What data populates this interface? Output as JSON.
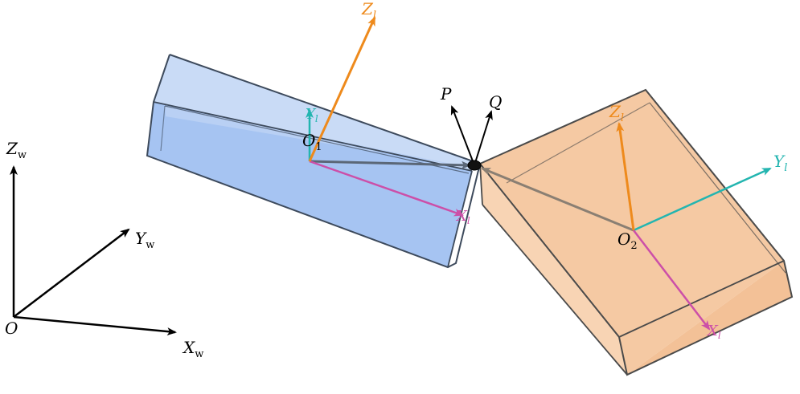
{
  "colors": {
    "world_axis": "#000000",
    "body1_face": "#a6c4f2",
    "body1_top": "#c9dbf6",
    "body1_edge": "#3d4a5c",
    "body2_face": "#f5c9a3",
    "body2_edge": "#4a4a4a",
    "z_axis": "#ee8a1c",
    "y_axis": "#23b5b0",
    "x_axis": "#cc4fa8",
    "link_arrow": "#5b6777",
    "link_arrow2": "#8a7f73",
    "joint": "#111111"
  },
  "labels": {
    "world": {
      "z": {
        "main": "Z",
        "sub": "w"
      },
      "y": {
        "main": "Y",
        "sub": "w"
      },
      "x": {
        "main": "X",
        "sub": "w"
      },
      "origin": "O"
    },
    "body1": {
      "z": {
        "main": "Z",
        "sub": "l"
      },
      "y": {
        "main": "Y",
        "sub": "l"
      },
      "x": {
        "main": "X",
        "sub": "l"
      },
      "origin": {
        "main": "O",
        "sub": "1"
      }
    },
    "body2": {
      "z": {
        "main": "Z",
        "sub": "l"
      },
      "y": {
        "main": "Y",
        "sub": "l"
      },
      "x": {
        "main": "X",
        "sub": "l"
      },
      "origin": {
        "main": "O",
        "sub": "2"
      }
    },
    "contact": {
      "p": "P",
      "q": "Q"
    }
  }
}
